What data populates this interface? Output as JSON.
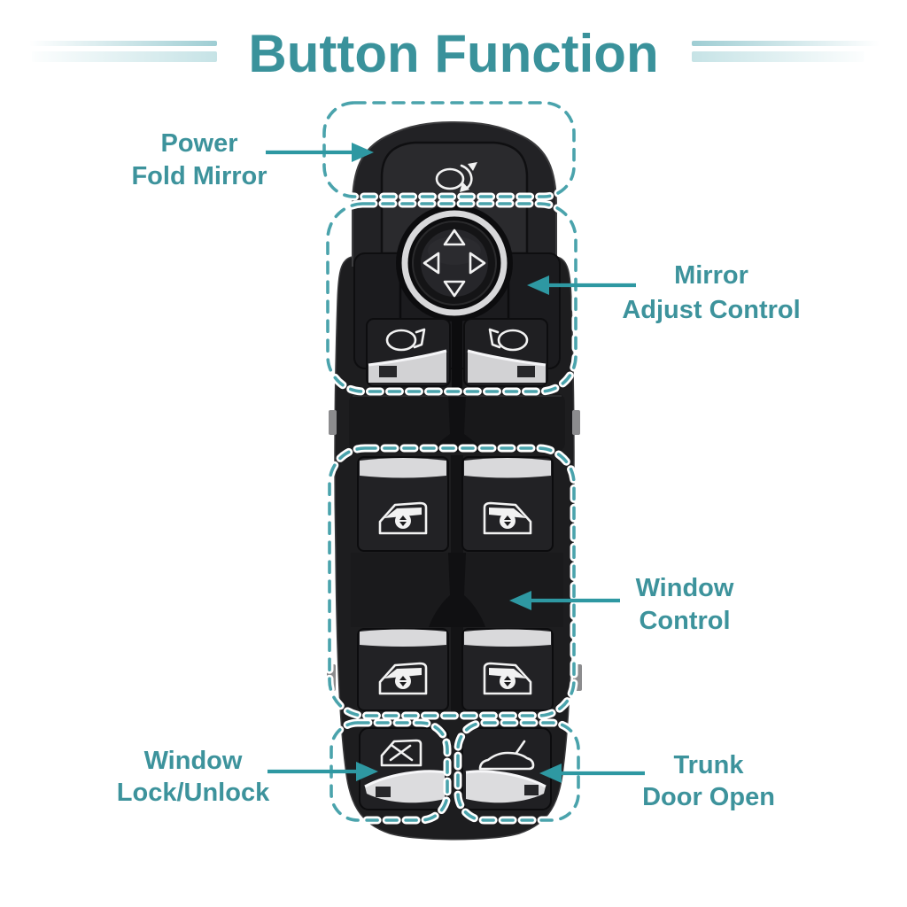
{
  "title": {
    "text": "Button Function"
  },
  "colors": {
    "title_text": "#3a929b",
    "label_text": "#3d939c",
    "arrow": "#2e98a2",
    "dashed_outline": "#4aa3ac",
    "decoration_line": "#9ecdd3",
    "switch_body": "#1d1d1f",
    "chrome_trim": "#d9d9db",
    "icon": "#f2f2f2",
    "background": "#ffffff"
  },
  "annotations": [
    {
      "id": "power-fold-mirror",
      "lines": [
        "Power",
        "Fold Mirror"
      ]
    },
    {
      "id": "mirror-adjust-control",
      "lines": [
        "Mirror",
        "Adjust Control"
      ]
    },
    {
      "id": "window-control",
      "lines": [
        "Window",
        "Control"
      ]
    },
    {
      "id": "window-lock-unlock",
      "lines": [
        "Window",
        "Lock/Unlock"
      ]
    },
    {
      "id": "trunk-door-open",
      "lines": [
        "Trunk",
        "Door Open"
      ]
    }
  ],
  "switch": {
    "description": "master power window switch panel",
    "buttons": [
      {
        "name": "power-fold-mirror-button",
        "icon": "fold-mirror-icon"
      },
      {
        "name": "mirror-adjust-joystick",
        "icon": "directional-arrows-icon"
      },
      {
        "name": "mirror-select-left-button",
        "icon": "left-mirror-icon"
      },
      {
        "name": "mirror-select-right-button",
        "icon": "right-mirror-icon"
      },
      {
        "name": "window-front-left-switch",
        "icon": "window-updown-icon"
      },
      {
        "name": "window-front-right-switch",
        "icon": "window-updown-icon"
      },
      {
        "name": "window-rear-left-switch",
        "icon": "window-updown-icon"
      },
      {
        "name": "window-rear-right-switch",
        "icon": "window-updown-icon"
      },
      {
        "name": "window-lock-button",
        "icon": "window-lock-icon"
      },
      {
        "name": "trunk-open-button",
        "icon": "trunk-open-icon"
      }
    ]
  }
}
